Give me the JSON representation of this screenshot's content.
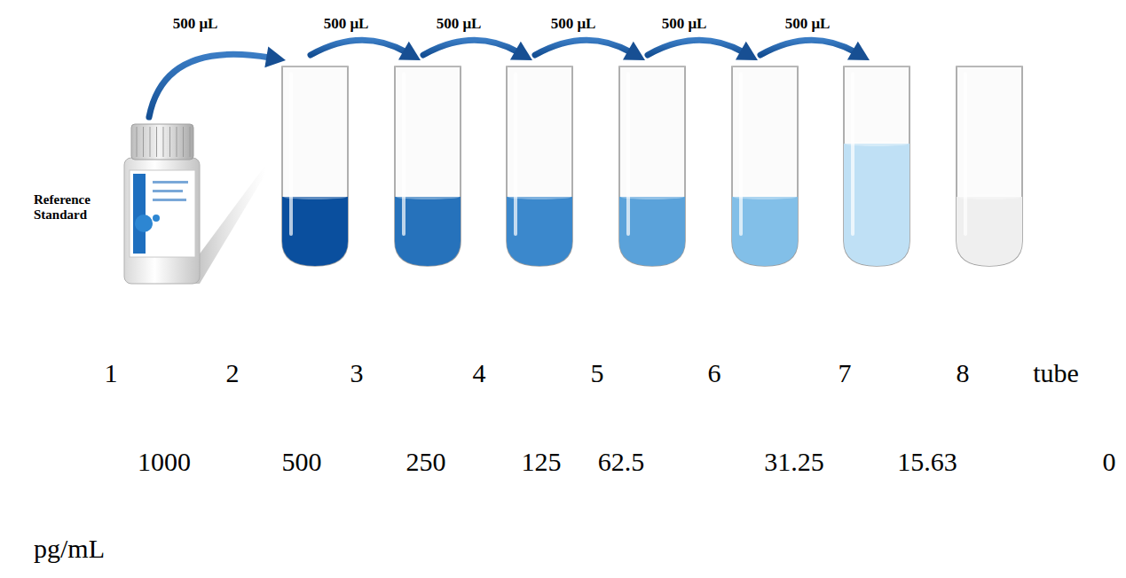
{
  "diagram": {
    "labels": [
      "500 μL",
      "500 μL",
      "500 μL",
      "500 μL",
      "500 μL",
      "500 μL",
      "Reference Standard",
      "1",
      "2",
      "3",
      "4",
      "5",
      "6",
      "7",
      "8",
      "tube",
      "1000",
      "500",
      "250",
      "125",
      "62.5",
      "31.25",
      "15.63",
      "0",
      "pg/mL"
    ]
  }
}
